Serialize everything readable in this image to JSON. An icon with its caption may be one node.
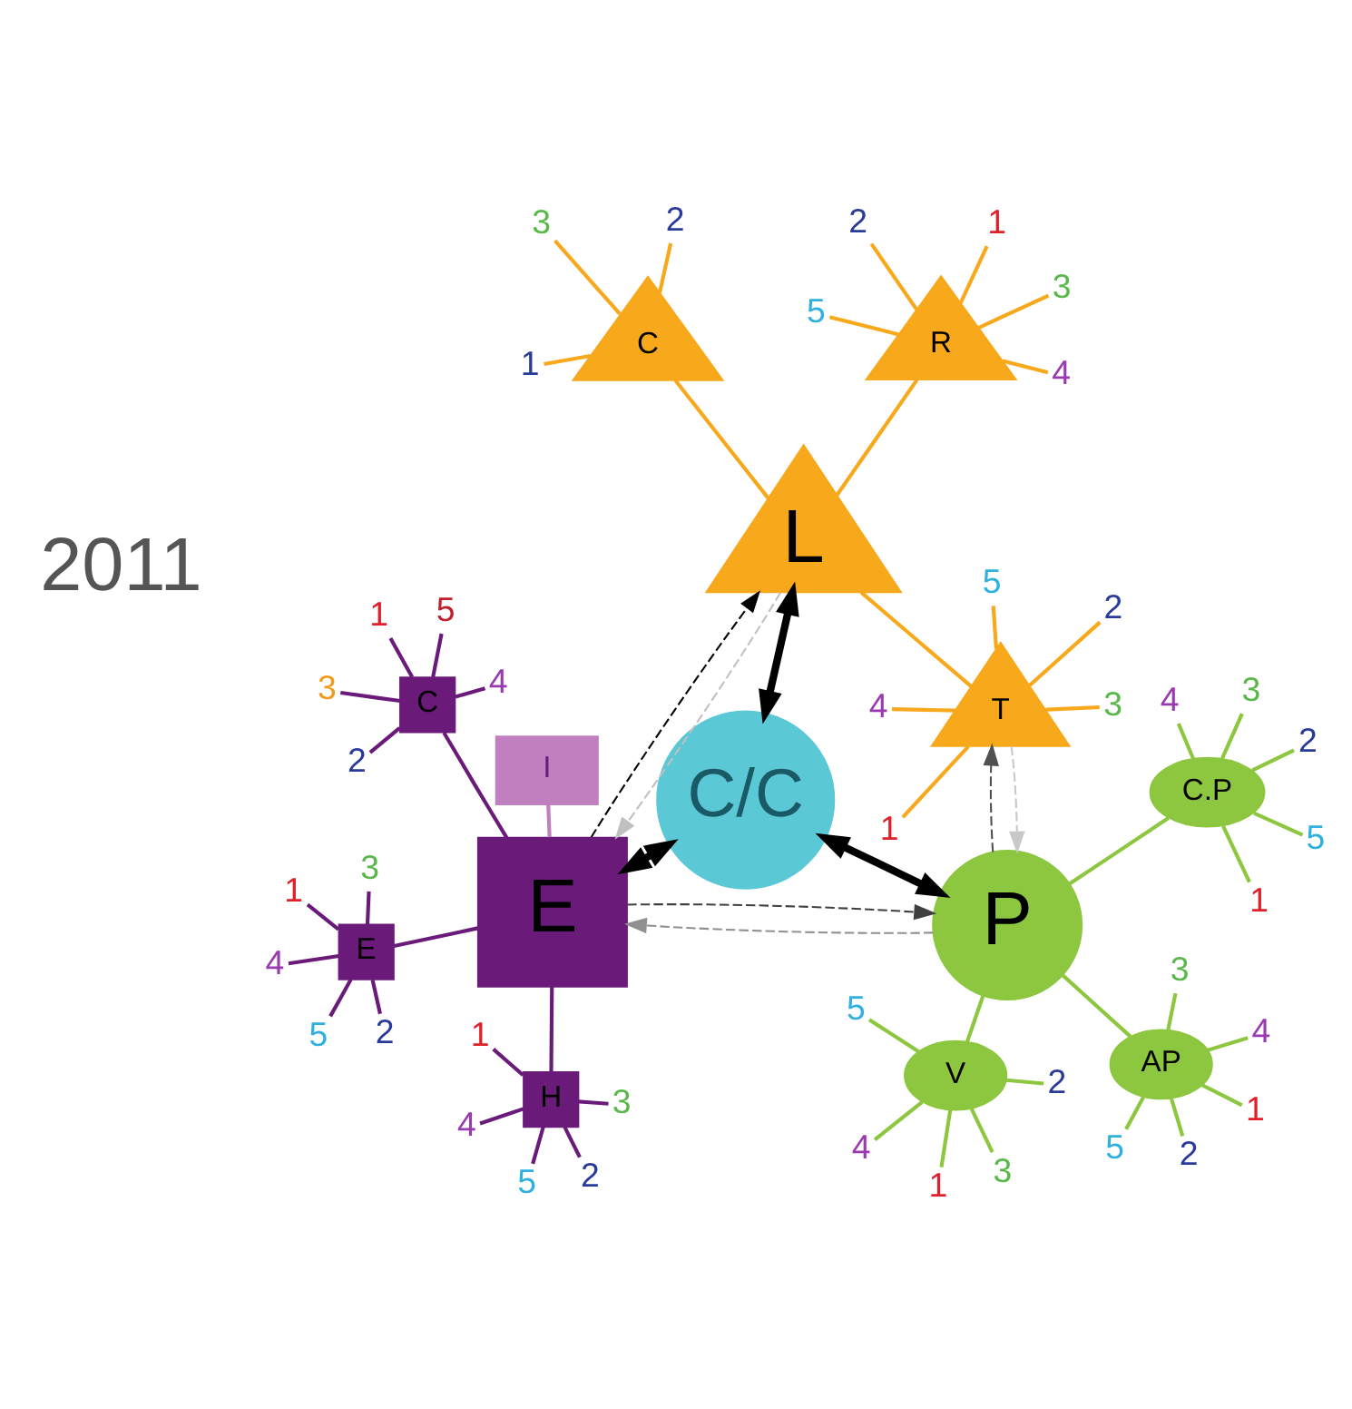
{
  "diagram": {
    "nodes": [
      {
        "text": [
          "E"
        ]
      },
      {
        "text": [
          "I"
        ]
      },
      {
        "text": [
          "H"
        ]
      },
      {
        "text": [
          "C"
        ]
      },
      {
        "text": [
          "E"
        ]
      },
      {
        "text": [
          "C/C"
        ]
      },
      {
        "text": [
          "P"
        ]
      },
      {
        "text": [
          "V"
        ]
      },
      {
        "text": [
          "AP"
        ]
      },
      {
        "text": [
          "C.P"
        ]
      },
      {
        "text": [
          "L"
        ]
      },
      {
        "text": [
          "C"
        ]
      },
      {
        "text": [
          "T"
        ]
      },
      {
        "text": [
          "R"
        ]
      },
      {
        "text": [
          "1"
        ]
      },
      {
        "text": [
          "2"
        ]
      },
      {
        "text": [
          "3"
        ]
      },
      {
        "text": [
          "4"
        ]
      },
      {
        "text": [
          "5"
        ]
      },
      {
        "text": [
          "1"
        ]
      },
      {
        "text": [
          "2"
        ]
      },
      {
        "text": [
          "3"
        ]
      },
      {
        "text": [
          "4"
        ]
      },
      {
        "text": [
          "5"
        ]
      },
      {
        "text": [
          "1"
        ]
      },
      {
        "text": [
          "2"
        ]
      },
      {
        "text": [
          "3"
        ]
      },
      {
        "text": [
          "4"
        ]
      },
      {
        "text": [
          "5"
        ]
      },
      {
        "text": [
          "1"
        ]
      },
      {
        "text": [
          "2"
        ]
      },
      {
        "text": [
          "3"
        ]
      },
      {
        "text": [
          "4"
        ]
      },
      {
        "text": [
          "5"
        ]
      },
      {
        "text": [
          "1"
        ]
      },
      {
        "text": [
          "2"
        ]
      },
      {
        "text": [
          "3"
        ]
      },
      {
        "text": [
          "4"
        ]
      },
      {
        "text": [
          "5"
        ]
      },
      {
        "text": [
          "1"
        ]
      },
      {
        "text": [
          "2"
        ]
      },
      {
        "text": [
          "3"
        ]
      },
      {
        "text": [
          "4"
        ]
      },
      {
        "text": [
          "5"
        ]
      },
      {
        "text": [
          "1"
        ]
      },
      {
        "text": [
          "2"
        ]
      },
      {
        "text": [
          "3"
        ]
      },
      {
        "text": [
          "1"
        ]
      },
      {
        "text": [
          "2"
        ]
      },
      {
        "text": [
          "3"
        ]
      },
      {
        "text": [
          "4"
        ]
      },
      {
        "text": [
          "5"
        ]
      },
      {
        "text": [
          "1"
        ]
      },
      {
        "text": [
          "2"
        ]
      },
      {
        "text": [
          "3"
        ]
      },
      {
        "text": [
          "4"
        ]
      },
      {
        "text": [
          "5"
        ]
      }
    ],
    "edges": [
      {
        "from": 0,
        "to": 1,
        "arrow": "none",
        "color": "#c080c0"
      },
      {
        "from": 0,
        "to": 2,
        "arrow": "none",
        "color": "#6a1b7a"
      },
      {
        "from": 0,
        "to": 3,
        "arrow": "none",
        "color": "#6a1b7a"
      },
      {
        "from": 0,
        "to": 4,
        "arrow": "none",
        "color": "#6a1b7a"
      },
      {
        "from": 0,
        "to": 5,
        "arrow": "both",
        "style": "thick",
        "color": "#000000"
      },
      {
        "from": 5,
        "to": 6,
        "arrow": "both",
        "style": "thick",
        "color": "#000000"
      },
      {
        "from": 5,
        "to": 10,
        "arrow": "both",
        "style": "thick",
        "color": "#000000"
      },
      {
        "from": 0,
        "to": 6,
        "arrow": "to",
        "style": "dashed",
        "color": "#404040"
      },
      {
        "from": 6,
        "to": 0,
        "arrow": "to",
        "style": "dashed",
        "color": "#909090"
      },
      {
        "from": 0,
        "to": 10,
        "arrow": "to",
        "style": "dashed",
        "color": "#000000"
      },
      {
        "from": 10,
        "to": 0,
        "arrow": "to",
        "style": "dashed",
        "color": "#c0c0c0"
      },
      {
        "from": 6,
        "to": 12,
        "arrow": "to",
        "style": "dashed",
        "color": "#505050"
      },
      {
        "from": 12,
        "to": 6,
        "arrow": "to",
        "style": "dashed",
        "color": "#c8c8c8"
      },
      {
        "from": 6,
        "to": 7,
        "arrow": "none",
        "color": "#8dc63f"
      },
      {
        "from": 6,
        "to": 8,
        "arrow": "none",
        "color": "#8dc63f"
      },
      {
        "from": 6,
        "to": 9,
        "arrow": "none",
        "color": "#8dc63f"
      },
      {
        "from": 10,
        "to": 11,
        "arrow": "none",
        "color": "#f7a81b"
      },
      {
        "from": 10,
        "to": 12,
        "arrow": "none",
        "color": "#f7a81b"
      },
      {
        "from": 10,
        "to": 13,
        "arrow": "none",
        "color": "#f7a81b"
      },
      {
        "from": 2,
        "to": 14,
        "arrow": "none",
        "color": "#6a1b7a"
      },
      {
        "from": 2,
        "to": 15,
        "arrow": "none",
        "color": "#6a1b7a"
      },
      {
        "from": 2,
        "to": 16,
        "arrow": "none",
        "color": "#6a1b7a"
      },
      {
        "from": 2,
        "to": 17,
        "arrow": "none",
        "color": "#6a1b7a"
      },
      {
        "from": 2,
        "to": 18,
        "arrow": "none",
        "color": "#6a1b7a"
      },
      {
        "from": 3,
        "to": 19,
        "arrow": "none",
        "color": "#6a1b7a"
      },
      {
        "from": 3,
        "to": 20,
        "arrow": "none",
        "color": "#6a1b7a"
      },
      {
        "from": 3,
        "to": 21,
        "arrow": "none",
        "color": "#6a1b7a"
      },
      {
        "from": 3,
        "to": 22,
        "arrow": "none",
        "color": "#6a1b7a"
      },
      {
        "from": 3,
        "to": 23,
        "arrow": "none",
        "color": "#6a1b7a"
      },
      {
        "from": 4,
        "to": 24,
        "arrow": "none",
        "color": "#6a1b7a"
      },
      {
        "from": 4,
        "to": 25,
        "arrow": "none",
        "color": "#6a1b7a"
      },
      {
        "from": 4,
        "to": 26,
        "arrow": "none",
        "color": "#6a1b7a"
      },
      {
        "from": 4,
        "to": 27,
        "arrow": "none",
        "color": "#6a1b7a"
      },
      {
        "from": 4,
        "to": 28,
        "arrow": "none",
        "color": "#6a1b7a"
      },
      {
        "from": 7,
        "to": 29,
        "arrow": "none",
        "color": "#8dc63f"
      },
      {
        "from": 7,
        "to": 30,
        "arrow": "none",
        "color": "#8dc63f"
      },
      {
        "from": 7,
        "to": 31,
        "arrow": "none",
        "color": "#8dc63f"
      },
      {
        "from": 7,
        "to": 32,
        "arrow": "none",
        "color": "#8dc63f"
      },
      {
        "from": 7,
        "to": 33,
        "arrow": "none",
        "color": "#8dc63f"
      },
      {
        "from": 8,
        "to": 34,
        "arrow": "none",
        "color": "#8dc63f"
      },
      {
        "from": 8,
        "to": 35,
        "arrow": "none",
        "color": "#8dc63f"
      },
      {
        "from": 8,
        "to": 36,
        "arrow": "none",
        "color": "#8dc63f"
      },
      {
        "from": 8,
        "to": 37,
        "arrow": "none",
        "color": "#8dc63f"
      },
      {
        "from": 8,
        "to": 38,
        "arrow": "none",
        "color": "#8dc63f"
      },
      {
        "from": 9,
        "to": 39,
        "arrow": "none",
        "color": "#8dc63f"
      },
      {
        "from": 9,
        "to": 40,
        "arrow": "none",
        "color": "#8dc63f"
      },
      {
        "from": 9,
        "to": 41,
        "arrow": "none",
        "color": "#8dc63f"
      },
      {
        "from": 9,
        "to": 42,
        "arrow": "none",
        "color": "#8dc63f"
      },
      {
        "from": 9,
        "to": 43,
        "arrow": "none",
        "color": "#8dc63f"
      },
      {
        "from": 11,
        "to": 44,
        "arrow": "none",
        "color": "#f7a81b"
      },
      {
        "from": 11,
        "to": 45,
        "arrow": "none",
        "color": "#f7a81b"
      },
      {
        "from": 11,
        "to": 46,
        "arrow": "none",
        "color": "#f7a81b"
      },
      {
        "from": 12,
        "to": 47,
        "arrow": "none",
        "color": "#f7a81b"
      },
      {
        "from": 12,
        "to": 48,
        "arrow": "none",
        "color": "#f7a81b"
      },
      {
        "from": 12,
        "to": 49,
        "arrow": "none",
        "color": "#f7a81b"
      },
      {
        "from": 12,
        "to": 50,
        "arrow": "none",
        "color": "#f7a81b"
      },
      {
        "from": 12,
        "to": 51,
        "arrow": "none",
        "color": "#f7a81b"
      },
      {
        "from": 13,
        "to": 52,
        "arrow": "none",
        "color": "#f7a81b"
      },
      {
        "from": 13,
        "to": 53,
        "arrow": "none",
        "color": "#f7a81b"
      },
      {
        "from": 13,
        "to": 54,
        "arrow": "none",
        "color": "#f7a81b"
      },
      {
        "from": 13,
        "to": 55,
        "arrow": "none",
        "color": "#f7a81b"
      },
      {
        "from": 13,
        "to": 56,
        "arrow": "none",
        "color": "#f7a81b"
      }
    ],
    "labels": [
      "2011"
    ]
  }
}
